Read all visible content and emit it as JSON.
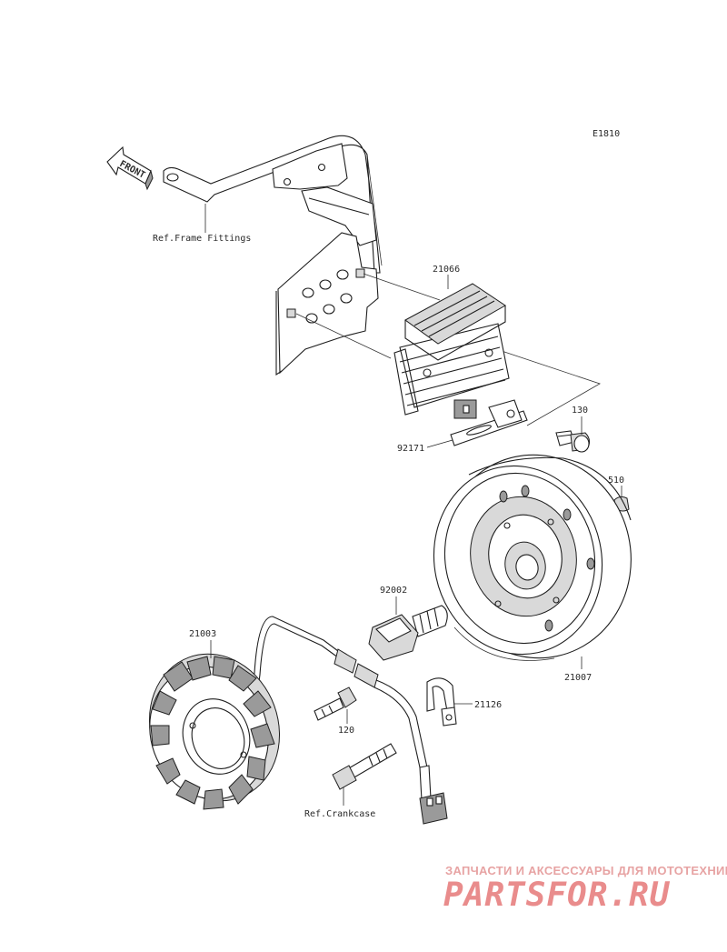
{
  "diagram_code": "E1810",
  "front_arrow_label": "FRONT",
  "callouts": {
    "ref_frame": "Ref.Frame Fittings",
    "p21066": "21066",
    "p130": "130",
    "p92171": "92171",
    "p510": "510",
    "p92002": "92002",
    "p21007": "21007",
    "p21003": "21003",
    "p21126": "21126",
    "p120": "120",
    "ref_crankcase": "Ref.Crankcase"
  },
  "watermark": {
    "tagline": "ЗАПЧАСТИ И АКСЕССУАРЫ ДЛЯ МОТОТЕХНИКИ",
    "logo": "PARTSFOR.RU"
  },
  "colors": {
    "line": "#1f1f1f",
    "part_fill": "#d9d9d9",
    "watermark": "#e98c8c"
  }
}
